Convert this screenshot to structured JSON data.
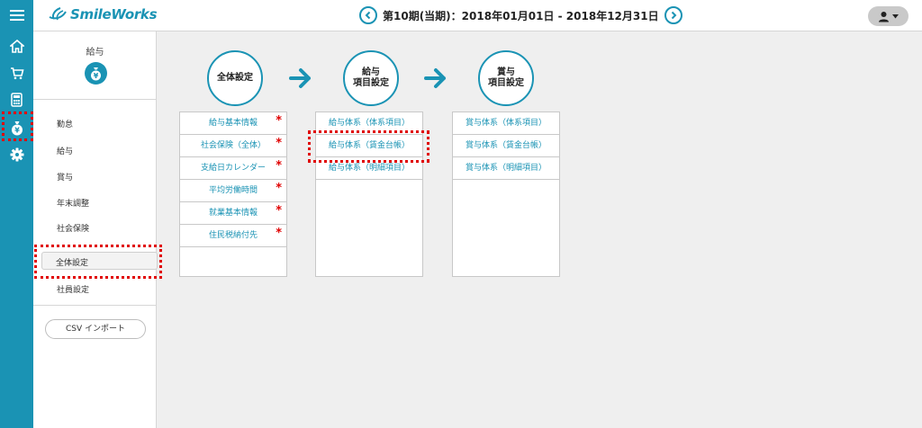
{
  "header": {
    "logo_text": "SmileWorks",
    "period": "第10期(当期)：2018年01月01日 - 2018年12月31日"
  },
  "rail": {
    "items": [
      "menu-icon",
      "home-icon",
      "cart-icon",
      "calculator-icon",
      "yen-bag-icon",
      "gear-icon"
    ],
    "active": "yen-bag-icon"
  },
  "left_panel": {
    "title": "給与",
    "items": [
      "勤怠",
      "給与",
      "賞与",
      "年末調整",
      "社会保険",
      "全体設定",
      "社員設定"
    ],
    "selected": "全体設定",
    "csv_button": "CSV インポート"
  },
  "workflow": {
    "stages": [
      {
        "label": "全体設定"
      },
      {
        "label": "給与\n項目設定"
      },
      {
        "label": "賞与\n項目設定"
      }
    ],
    "columns": [
      {
        "rows": [
          {
            "text": "給与基本情報",
            "required": true
          },
          {
            "text": "社会保険（全体）",
            "required": true
          },
          {
            "text": "支給日カレンダー",
            "required": true
          },
          {
            "text": "平均労働時間",
            "required": true
          },
          {
            "text": "就業基本情報",
            "required": true
          },
          {
            "text": "住民税納付先",
            "required": true
          }
        ]
      },
      {
        "rows": [
          {
            "text": "給与体系（体系項目）",
            "required": false
          },
          {
            "text": "給与体系（賃金台帳）",
            "required": false
          },
          {
            "text": "給与体系（明細項目）",
            "required": false
          }
        ]
      },
      {
        "rows": [
          {
            "text": "賞与体系（体系項目）",
            "required": false
          },
          {
            "text": "賞与体系（賃金台帳）",
            "required": false
          },
          {
            "text": "賞与体系（明細項目）",
            "required": false
          }
        ]
      }
    ],
    "required_mark": "*"
  },
  "colors": {
    "accent": "#1a93b4",
    "highlight": "#e00000",
    "background": "#efefef"
  }
}
